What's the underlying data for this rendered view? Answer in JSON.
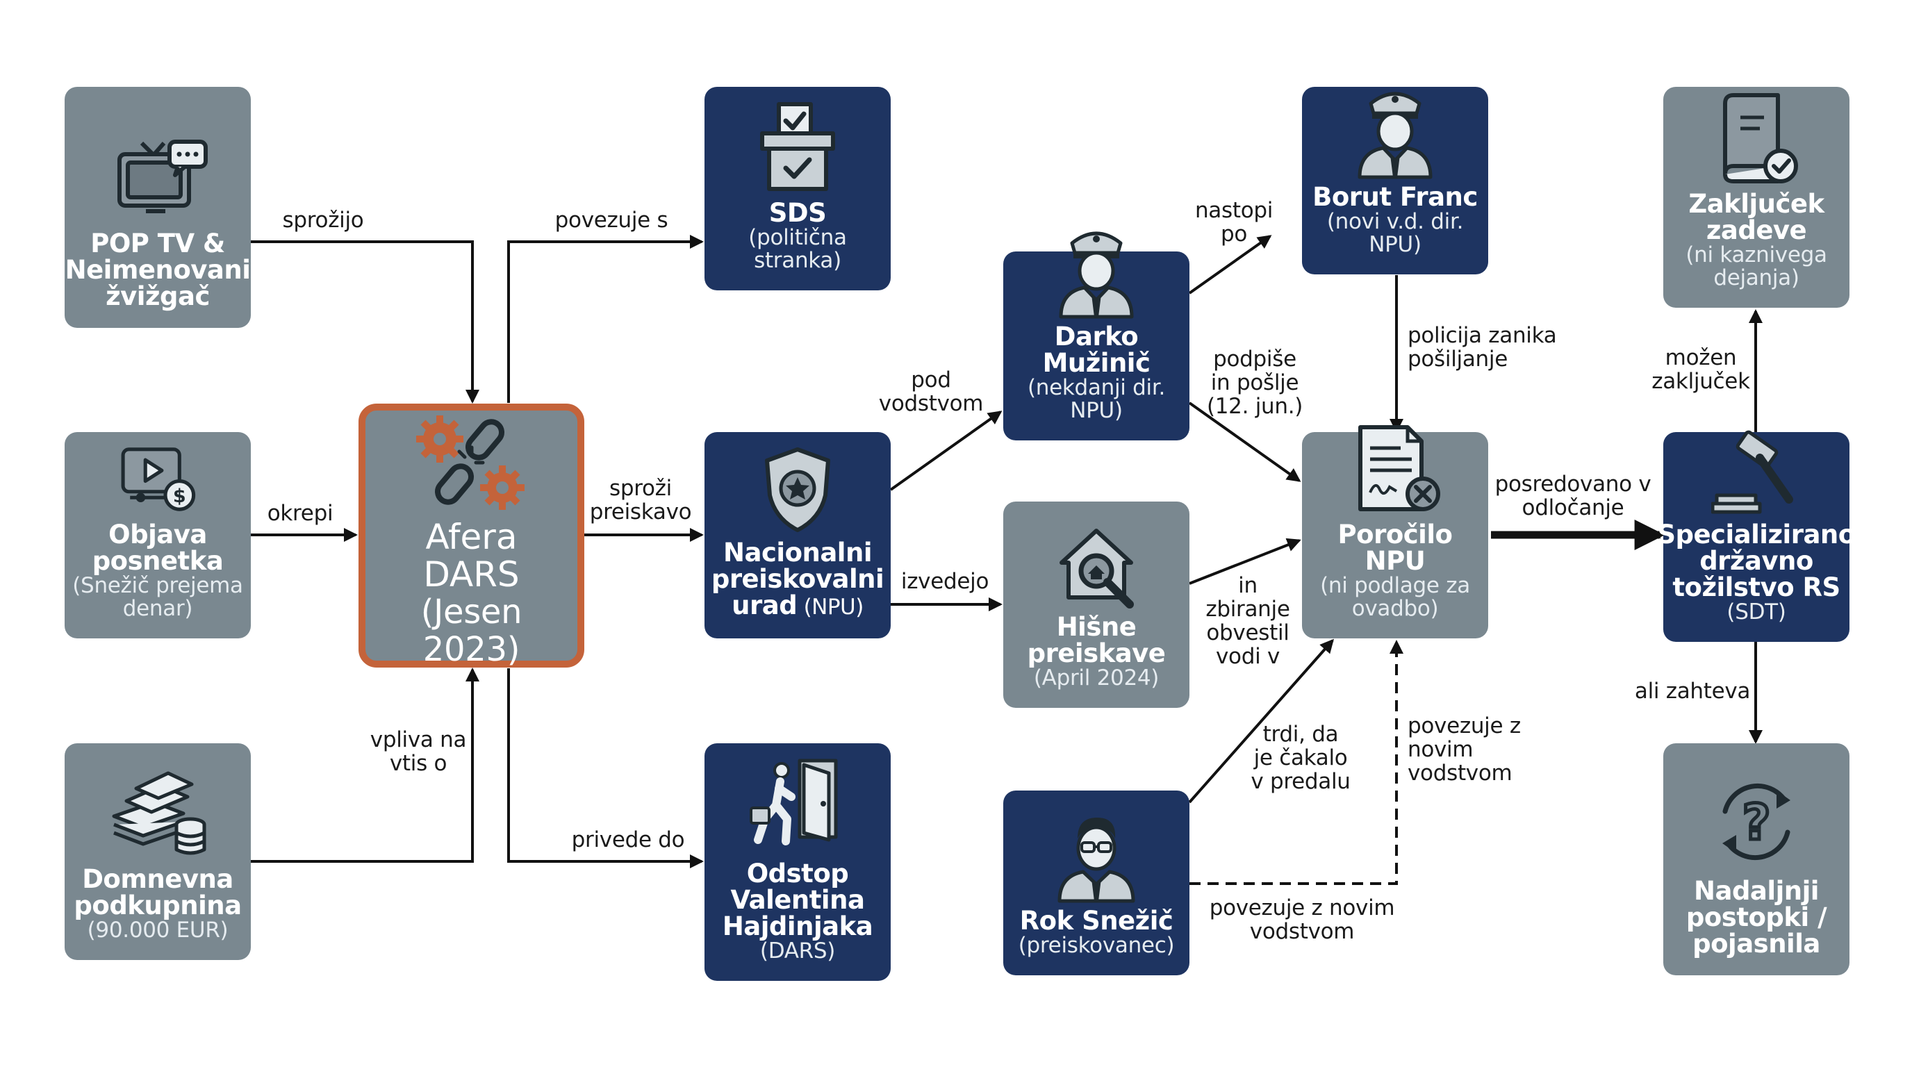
{
  "nodes": {
    "pop_tv": {
      "title": "POP TV &\nNeimenovani\nžvižgač",
      "icon": "tv-chat-icon"
    },
    "objava": {
      "title": "Objava\nposnetka",
      "sub": "(Snežič prejema\ndenar)",
      "icon": "video-money-icon"
    },
    "podkupnina": {
      "title": "Domnevna\npodkupnina",
      "sub": "(90.000 EUR)",
      "icon": "money-stack-icon"
    },
    "afera": {
      "title": "Afera DARS",
      "sub": "(Jesen 2023)",
      "icon": "broken-chain-gears-icon"
    },
    "sds": {
      "title": "SDS",
      "sub": "(politična stranka)",
      "icon": "ballot-box-icon"
    },
    "npu": {
      "title": "Nacionalni\npreiskovalni\nurad",
      "title_suffix": " (NPU)",
      "icon": "police-badge-icon"
    },
    "odstop": {
      "title": "Odstop\nValentina\nHajdinjaka",
      "sub": "(DARS)",
      "icon": "exit-door-icon"
    },
    "muzenic": {
      "title": "Darko Mužinič",
      "sub": "(nekdanji dir. NPU)",
      "icon": "police-officer-icon"
    },
    "hisne": {
      "title": "Hišne\npreiskave",
      "sub": "(April 2024)",
      "icon": "house-search-icon"
    },
    "snezic": {
      "title": "Rok Snežič",
      "sub": "(preiskovanec)",
      "icon": "man-glasses-icon"
    },
    "franc": {
      "title": "Borut Franc",
      "sub": "(novi v.d. dir. NPU)",
      "icon": "police-officer-icon"
    },
    "porocilo": {
      "title": "Poročilo NPU",
      "sub": "(ni podlage za\novadbo)",
      "icon": "rejected-document-icon"
    },
    "sdt": {
      "title": "Specializirano\ndržavno\ntožilstvo RS",
      "sub": "(SDT)",
      "icon": "gavel-icon"
    },
    "zakljucek": {
      "title": "Zaključek\nzadeve",
      "sub": "(ni kaznivega\ndejanja)",
      "icon": "closed-book-icon"
    },
    "nadaljnji": {
      "title": "Nadaljnji\npostopki /\npojasnila",
      "icon": "question-cycle-icon"
    }
  },
  "edge_labels": {
    "sprozijo": "sprožijo",
    "okrepi": "okrepi",
    "vpliva": "vpliva na\nvtis o",
    "povezuje_s": "povezuje s",
    "sprozi": "sproži\npreiskavo",
    "privede": "privede do",
    "pod_vodstvom": "pod\nvodstvom",
    "izvedejo": "izvedejo",
    "nastopi": "nastopi\npo",
    "podpise": "podpiše\nin pošlje\n(12. jun.)",
    "zbiranje": "in\nzbiranje\nobvestil\nvodi v",
    "trdi": "trdi, da\nje čakalo\nv predalu",
    "povezuje_novim_1": "povezuje z\nnovim\nvodstvom",
    "povezuje_novim_2": "povezuje z novim\nvodstvom",
    "policija": "policija zanika\npošiljanje",
    "posredovano": "posredovano v\nodločanje",
    "mozen": "možen\nzaključek",
    "ali_zahteva": "ali zahteva"
  },
  "colors": {
    "gray_box": "#7a8890",
    "navy_box": "#1e3461",
    "center_border": "#c4633a",
    "arrow": "#111111",
    "icon_orange": "#c4633a"
  }
}
